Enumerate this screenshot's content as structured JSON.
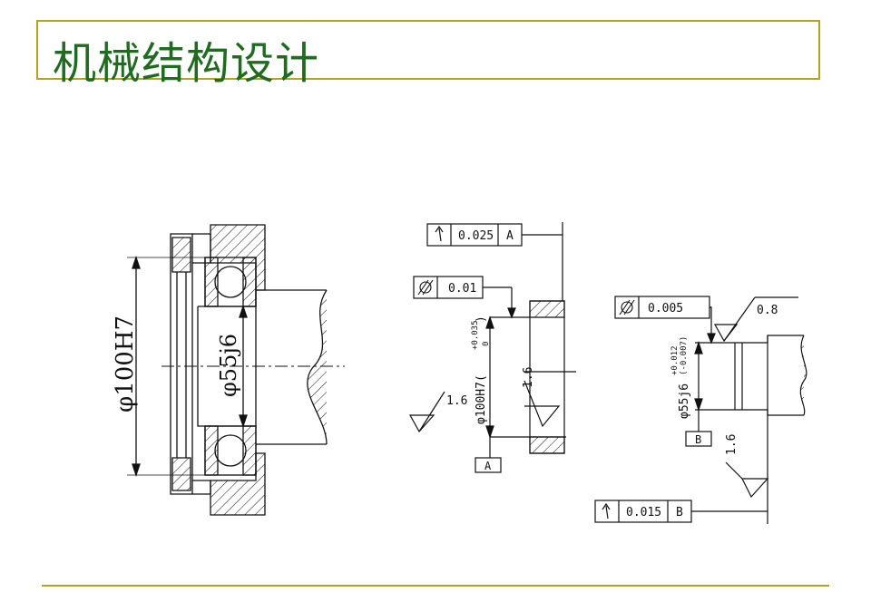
{
  "title": "机械结构设计",
  "colors": {
    "title": "#1f6b1f",
    "frame": "#b8a020",
    "ink": "#111111"
  },
  "figure1": {
    "outer_dim": "φ100H7",
    "inner_dim": "φ55j6"
  },
  "figure2": {
    "runout_value": "0.025",
    "runout_datum": "A",
    "cyl_value": "0.01",
    "bore_dim": "φ100H7(",
    "bore_tol_upper": "+0.035",
    "bore_tol_lower": "0",
    "bore_tol_close": ")",
    "rough_side": "1.6",
    "rough_left": "1.6",
    "datum_label": "A"
  },
  "figure3": {
    "cyl_value": "0.005",
    "rough_top": "0.8",
    "shaft_dim": "φ55j6",
    "shaft_tol_upper": "+0.012",
    "shaft_tol_lower": "(-0.007)",
    "datum_label": "B",
    "rough_side": "1.6",
    "runout_value": "0.015",
    "runout_datum": "B"
  }
}
